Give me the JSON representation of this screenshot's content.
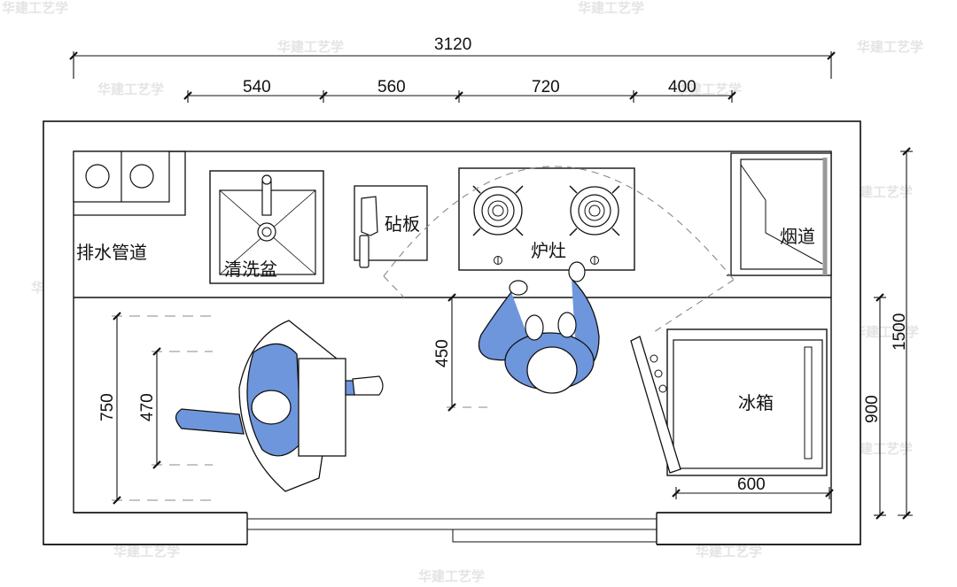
{
  "colors": {
    "line": "#111111",
    "figure_blue": "#6e96dc",
    "shadow": "#c9c9c9",
    "watermark": "#e4e4e4",
    "dashed": "#888888"
  },
  "watermark": "华建工艺学",
  "dimensions": {
    "overall_width": "3120",
    "seg_1": "540",
    "seg_2": "560",
    "seg_3": "720",
    "seg_4": "400",
    "overall_depth": "1500",
    "right_lower": "900",
    "fridge_width": "600",
    "aisle_750": "750",
    "aisle_470": "470",
    "stove_clear_450": "450"
  },
  "labels": {
    "drain": "排水管道",
    "sink": "清洗盆",
    "board": "砧板",
    "stove": "炉灶",
    "flue": "烟道",
    "fridge": "冰箱"
  }
}
